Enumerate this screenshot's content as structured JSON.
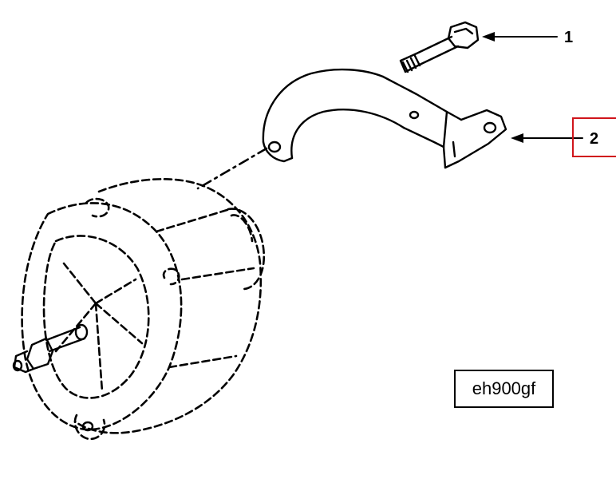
{
  "callouts": [
    {
      "number": "1"
    },
    {
      "number": "2"
    }
  ],
  "figure_code": "eh900gf",
  "highlight_color": "#d0141b"
}
